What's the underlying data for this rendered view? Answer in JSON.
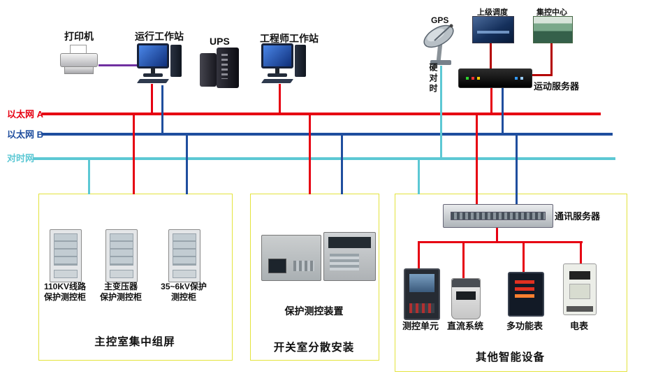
{
  "colors": {
    "eth_a": "#e60012",
    "eth_b": "#1f4e9e",
    "time_net": "#5cc8d4",
    "panel_border": "#e3e33c",
    "printer_link": "#7030a0",
    "uplink": "#b40000"
  },
  "top": {
    "printer": "打印机",
    "operator_ws": "运行工作站",
    "ups": "UPS",
    "engineer_ws": "工程师工作站",
    "gps": "GPS",
    "superior_dispatch": "上级调度",
    "control_center": "集控中心",
    "telecontrol_server": "运动服务器",
    "hard_time_sync": "硬对时"
  },
  "buses": {
    "eth_a": "以太网 A",
    "eth_b": "以太网 B",
    "time_net": "对时网"
  },
  "left_panel": {
    "cabinets": [
      {
        "line1": "110KV线路",
        "line2": "保护测控柜"
      },
      {
        "line1": "主变压器",
        "line2": "保护测控柜"
      },
      {
        "line1": "35~6kV保护",
        "line2": "测控柜"
      }
    ],
    "caption": "主控室集中组屏"
  },
  "middle_panel": {
    "device_label": "保护测控装置",
    "caption": "开关室分散安装"
  },
  "right_panel": {
    "server_label": "通讯服务器",
    "devices": [
      "测控单元",
      "直流系统",
      "多功能表",
      "电表"
    ],
    "caption": "其他智能设备"
  }
}
